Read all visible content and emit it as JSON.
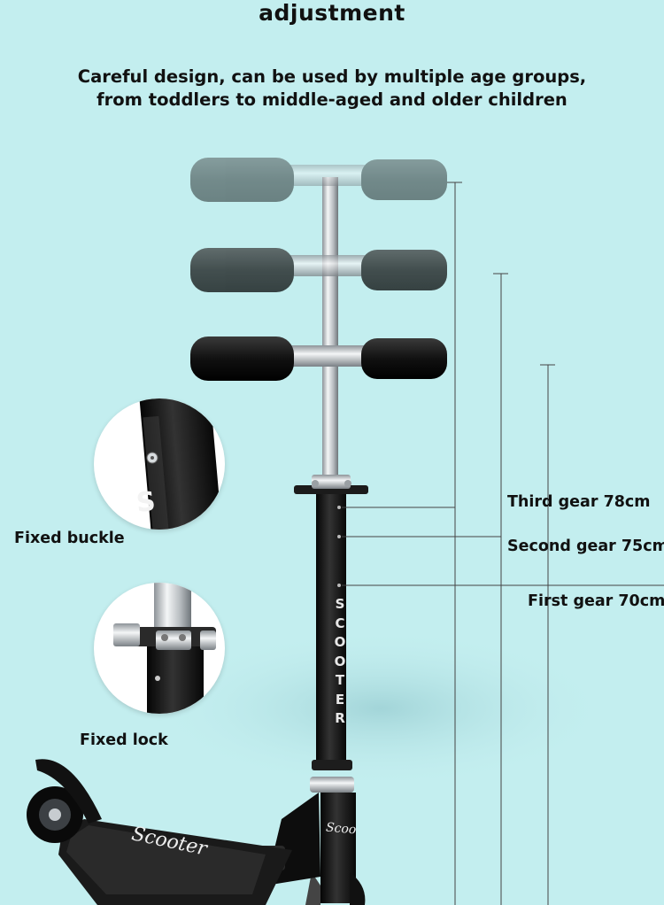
{
  "title": "adjustment",
  "subtitle": "Careful design, can be used by multiple age groups, from toddlers to middle-aged and older children",
  "gears": [
    {
      "label": "Third gear 78cm"
    },
    {
      "label": "Second gear 75cm"
    },
    {
      "label": "First gear 70cm"
    }
  ],
  "insets": {
    "buckle_label": "Fixed buckle",
    "lock_label": "Fixed lock",
    "buckle_letter": "S"
  },
  "scooter": {
    "stem_letters": [
      "S",
      "C",
      "O",
      "O",
      "T",
      "E",
      "R"
    ],
    "brand_deck": "Scooter",
    "brand_frame": "Scoo"
  },
  "colors": {
    "background": "#c3eeef",
    "grip_black": "#1a1a1a",
    "metal": "#cfd3d6"
  }
}
